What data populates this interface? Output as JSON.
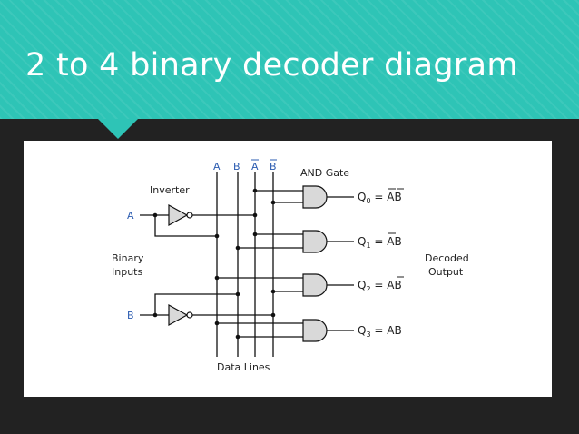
{
  "slide": {
    "title": "2 to 4 binary decoder diagram"
  },
  "diagram": {
    "line_labels": [
      "A",
      "B",
      "A",
      "B"
    ],
    "and_gate_label": "AND Gate",
    "inverter_label": "Inverter",
    "input_a": "A",
    "input_b": "B",
    "binary_inputs": [
      "Binary",
      "Inputs"
    ],
    "outputs": [
      {
        "q": "Q",
        "sub": "0",
        "expr": "AB",
        "bar_a": true,
        "bar_b": true
      },
      {
        "q": "Q",
        "sub": "1",
        "expr": "AB",
        "bar_a": true,
        "bar_b": false
      },
      {
        "q": "Q",
        "sub": "2",
        "expr": "AB",
        "bar_a": false,
        "bar_b": true
      },
      {
        "q": "Q",
        "sub": "3",
        "expr": "AB",
        "bar_a": false,
        "bar_b": false
      }
    ],
    "decoded_output": [
      "Decoded",
      "Output"
    ],
    "data_lines_label": "Data Lines",
    "colors": {
      "banner": "#2ec4b6",
      "label_blue": "#2a5bb0",
      "gate_fill": "#d9d9d9"
    }
  }
}
